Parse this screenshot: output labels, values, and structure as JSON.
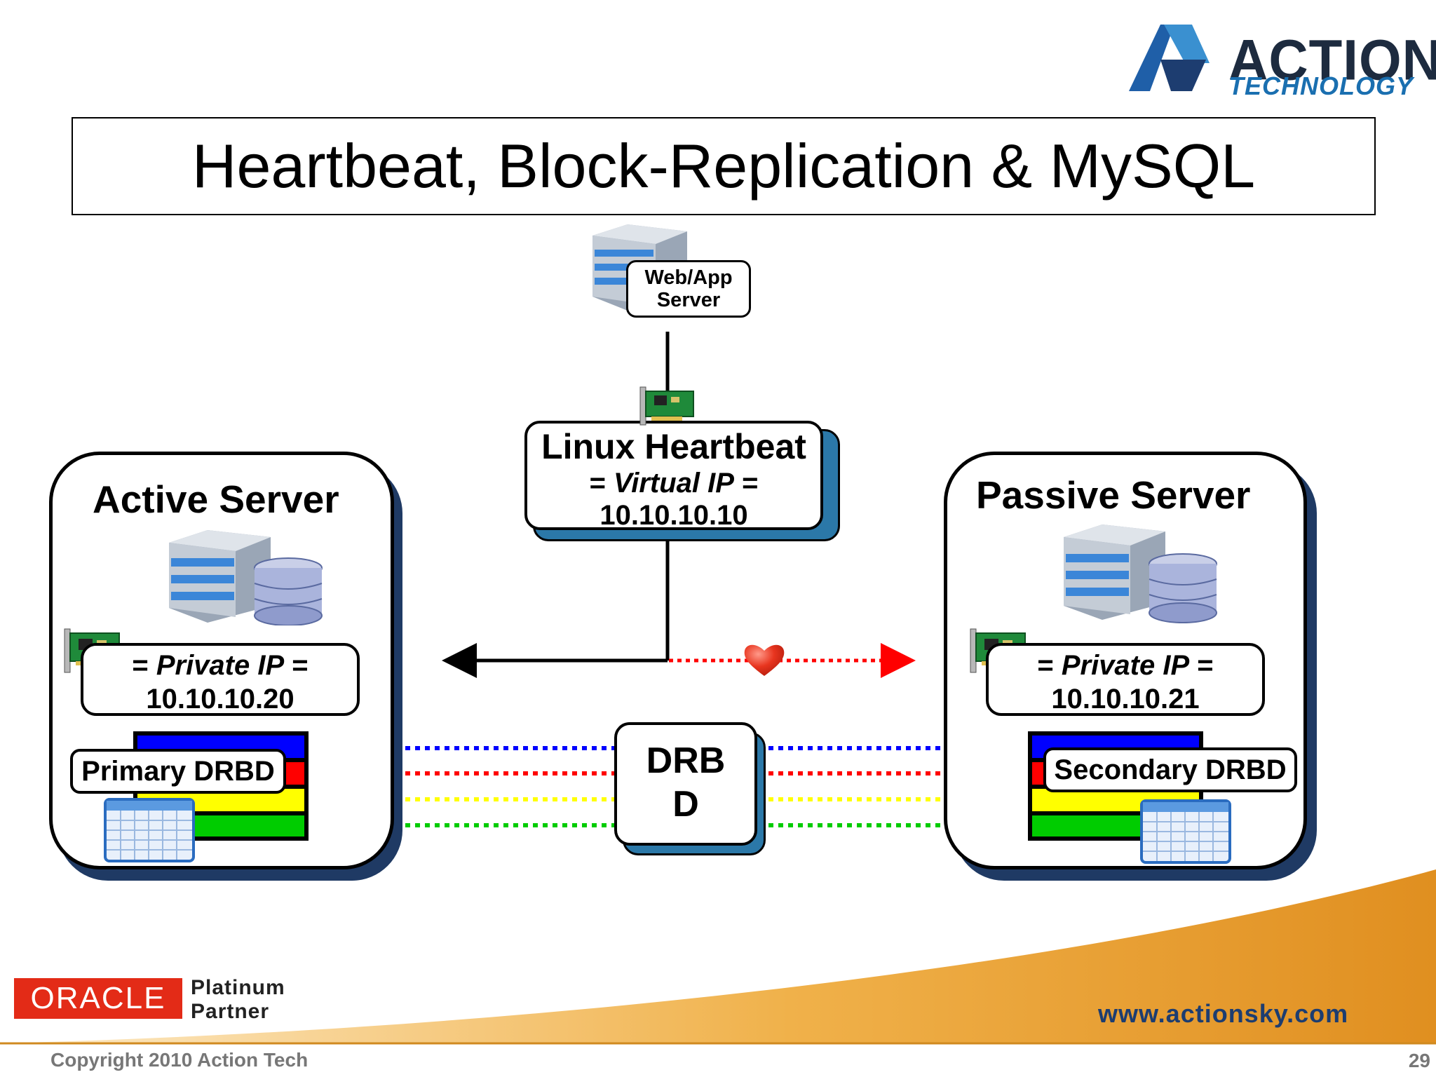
{
  "slide": {
    "title": "Heartbeat, Block-Replication & MySQL",
    "page_number": "29",
    "copyright": "Copyright 2010 Action Tech",
    "website": "www.actionsky.com"
  },
  "logo": {
    "line1": "ACTION",
    "line2": "TECHNOLOGY"
  },
  "partner_badge": {
    "brand": "ORACLE",
    "level": "Platinum",
    "type": "Partner"
  },
  "web_app_server": {
    "label_line1": "Web/App",
    "label_line2": "Server"
  },
  "heartbeat": {
    "title": "Linux Heartbeat",
    "vip_label_prefix": "= ",
    "vip_label": "Virtual IP",
    "vip_label_suffix": " =",
    "vip": "10.10.10.10"
  },
  "active_server": {
    "title": "Active Server",
    "ip_label_prefix": "= ",
    "ip_label": "Private IP",
    "ip_label_suffix": " =",
    "ip": "10.10.10.20",
    "drbd_label": "Primary DRBD"
  },
  "passive_server": {
    "title": "Passive Server",
    "ip_label_prefix": "= ",
    "ip_label": "Private IP",
    "ip_label_suffix": " =",
    "ip": "10.10.10.21",
    "drbd_label": "Secondary DRBD"
  },
  "drbd_box": {
    "line1": "DRB",
    "line2": "D"
  },
  "colors": {
    "blue": "#0000ff",
    "red": "#ff0000",
    "yellow": "#ffff00",
    "green": "#00cc00",
    "swoosh": "#e89a2c",
    "shadow": "#2b78a8"
  }
}
